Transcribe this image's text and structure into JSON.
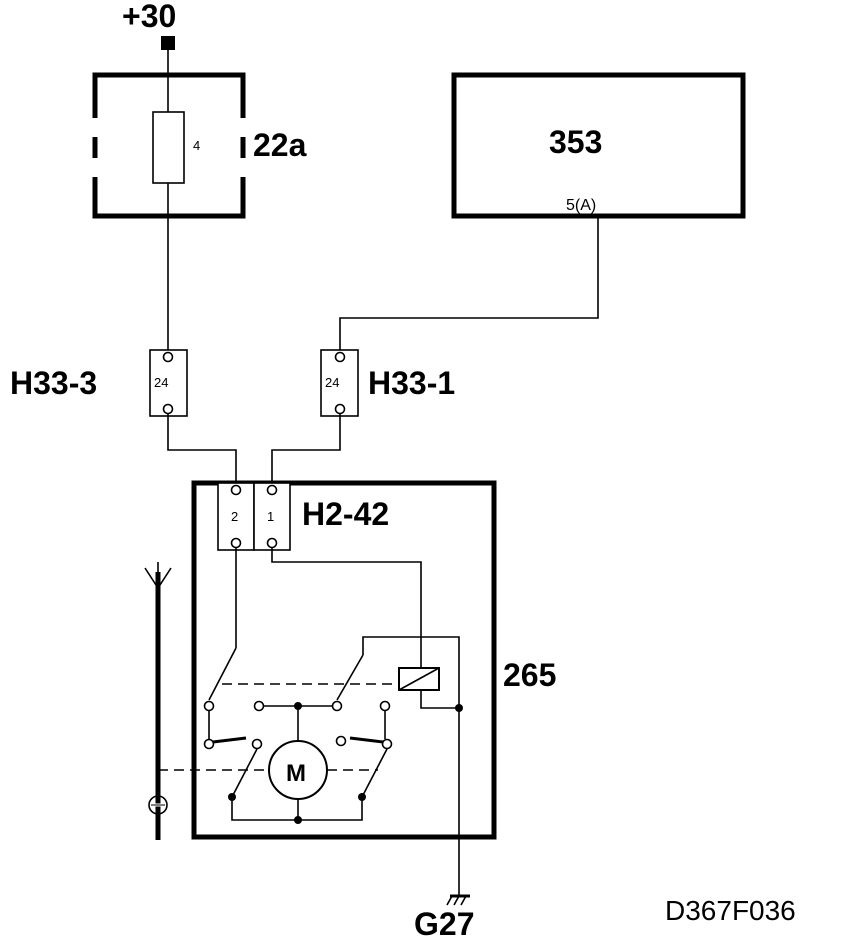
{
  "supply": {
    "label": "+30"
  },
  "fuse_box": {
    "id": "22a",
    "fuse_number": "4"
  },
  "module_353": {
    "id": "353",
    "pin": "5(A)"
  },
  "connector_left": {
    "id": "H33-3",
    "pin": "24"
  },
  "connector_right": {
    "id": "H33-1",
    "pin": "24"
  },
  "motor_unit": {
    "id": "265",
    "connector": {
      "id": "H2-42",
      "pin_a": "2",
      "pin_b": "1"
    },
    "motor_symbol": "M"
  },
  "ground": {
    "id": "G27"
  },
  "drawing_ref": "D367F036",
  "icons": [
    "antenna-icon",
    "motor-icon",
    "relay-coil-icon",
    "ground-icon",
    "switch-icon"
  ]
}
